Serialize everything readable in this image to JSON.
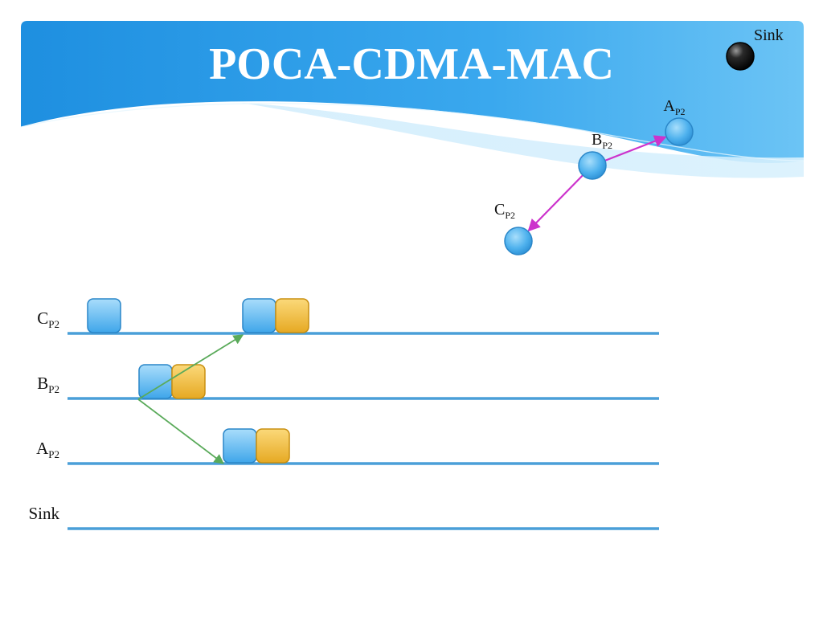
{
  "slide": {
    "title": "POCA-CDMA-MAC"
  },
  "topology": {
    "nodes": [
      {
        "id": "sink",
        "label": "Sink",
        "sub": ""
      },
      {
        "id": "a",
        "label": "A",
        "sub": "P2"
      },
      {
        "id": "b",
        "label": "B",
        "sub": "P2"
      },
      {
        "id": "c",
        "label": "C",
        "sub": "P2"
      }
    ],
    "links": [
      {
        "from": "b",
        "to": "a"
      },
      {
        "from": "b",
        "to": "c"
      }
    ]
  },
  "timeline": {
    "rows": [
      {
        "label": "C",
        "sub": "P2"
      },
      {
        "label": "B",
        "sub": "P2"
      },
      {
        "label": "A",
        "sub": "P2"
      },
      {
        "label": "Sink",
        "sub": ""
      }
    ]
  },
  "colors": {
    "header_blue": "#2b9ae6",
    "line_blue": "#4a9fd8",
    "node_blue": "#5bb8f0",
    "sink_black": "#111111",
    "packet_blue": "#6cc0f5",
    "packet_orange": "#f1bd3c",
    "link_magenta": "#cc33cc",
    "arrow_green": "#5aaa5a"
  }
}
